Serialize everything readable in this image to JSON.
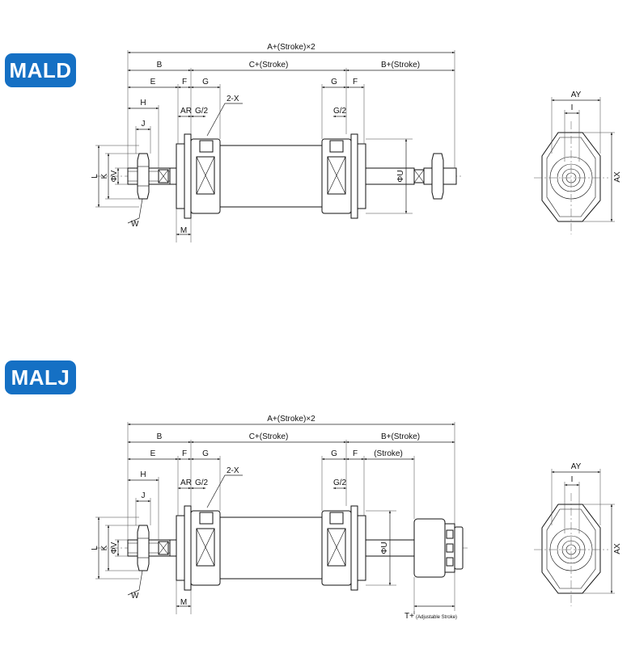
{
  "sections": [
    {
      "badge": "MALD",
      "labels": {
        "a": "A+(Stroke)×2",
        "b": "B",
        "c": "C+(Stroke)",
        "b_right": "B+(Stroke)",
        "e": "E",
        "f": "F",
        "g": "G",
        "h": "H",
        "ar": "AR",
        "g_half": "G/2",
        "x": "2-X",
        "j": "J",
        "l": "L",
        "k": "K",
        "v": "ΦV",
        "w": "W",
        "m": "M",
        "u": "ΦU",
        "ay": "AY",
        "i": "I",
        "ax": "AX"
      }
    },
    {
      "badge": "MALJ",
      "labels": {
        "a": "A+(Stroke)×2",
        "b": "B",
        "c": "C+(Stroke)",
        "b_right": "B+(Stroke)",
        "e": "E",
        "f": "F",
        "g": "G",
        "stroke": "(Stroke)",
        "h": "H",
        "ar": "AR",
        "g_half": "G/2",
        "x": "2-X",
        "j": "J",
        "l": "L",
        "k": "K",
        "v": "ΦV",
        "w": "W",
        "m": "M",
        "u": "ΦU",
        "t": "T+",
        "t_note": "(Adjustable Stroke)",
        "ay": "AY",
        "i": "I",
        "ax": "AX"
      }
    }
  ]
}
